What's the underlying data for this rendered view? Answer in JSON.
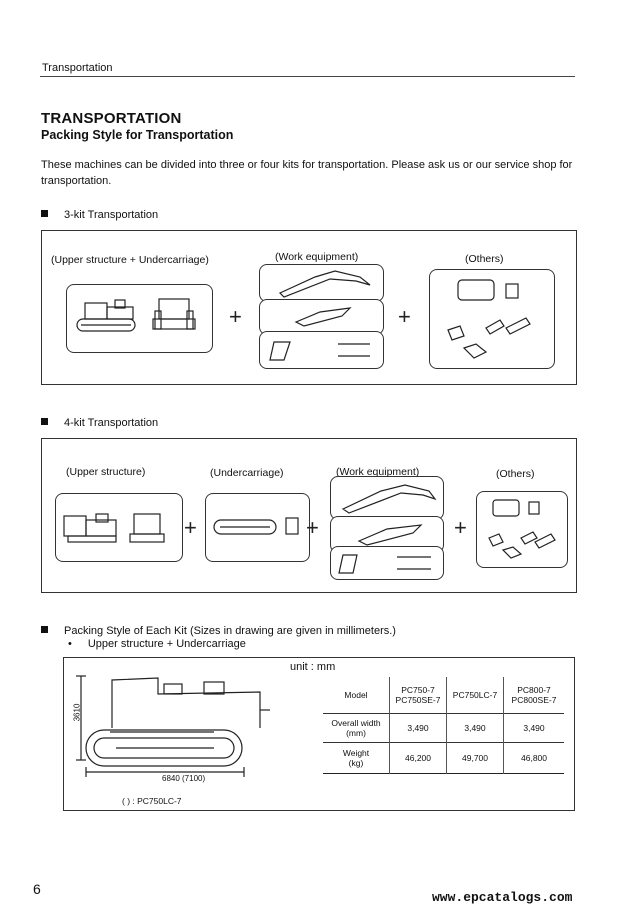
{
  "header": {
    "running_title": "Transportation"
  },
  "title": "TRANSPORTATION",
  "subtitle": "Packing Style for Transportation",
  "intro": "These machines can be divided into three or four kits for transportation. Please ask us or our service shop for transportation.",
  "three_kit": {
    "heading": "3-kit Transportation",
    "labels": {
      "upper_under": "(Upper structure + Undercarriage)",
      "work": "(Work equipment)",
      "others": "(Others)"
    }
  },
  "four_kit": {
    "heading": "4-kit Transportation",
    "labels": {
      "upper": "(Upper structure)",
      "under": "(Undercarriage)",
      "work": "(Work equipment)",
      "others": "(Others)"
    }
  },
  "plus_sign": "+",
  "packing": {
    "heading": "Packing Style of Each Kit (Sizes in drawing are given in millimeters.)",
    "bullet": "•",
    "subheading": "Upper structure + Undercarriage",
    "height_dim": "3610",
    "length_dim": "6840 (7100)",
    "note": "(    ) : PC750LC-7",
    "unit": "unit : mm",
    "table": {
      "row_header_model": "Model",
      "models": [
        {
          "line1": "PC750-7",
          "line2": "PC750SE-7"
        },
        {
          "line1": "PC750LC-7",
          "line2": ""
        },
        {
          "line1": "PC800-7",
          "line2": "PC800SE-7"
        }
      ],
      "rows": [
        {
          "label1": "Overall width",
          "label2": "(mm)",
          "values": [
            "3,490",
            "3,490",
            "3,490"
          ]
        },
        {
          "label1": "Weight",
          "label2": "(kg)",
          "values": [
            "46,200",
            "49,700",
            "46,800"
          ]
        }
      ]
    }
  },
  "footer": {
    "page_number": "6",
    "watermark": "www.epcatalogs.com"
  }
}
